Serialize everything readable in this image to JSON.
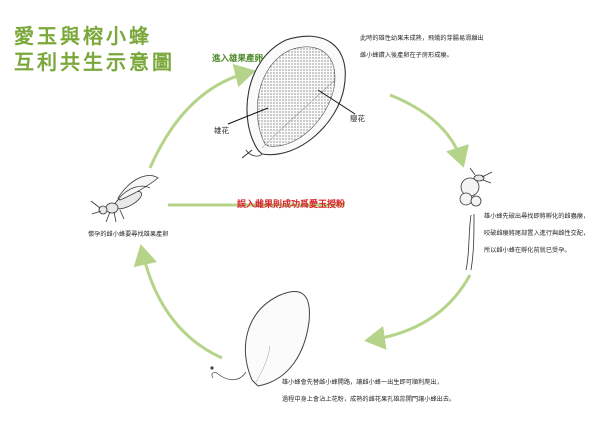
{
  "title": {
    "line1": "愛玉與榕小蜂",
    "line2": "互利共生示意圖"
  },
  "stages": {
    "enter_fruit": "進入雄果產卵",
    "top_right_note": [
      "此時的雄性幼果未成熟，飛蛾的芽腸易滑離出",
      "雌小蜂鑽入後產卵在子房形成癭。"
    ],
    "male_flower": "雄花",
    "gall_flower": "癭花",
    "right_note": [
      "雄小蜂先破出尋找即將孵化的雌蟲癭，",
      "咬破雌癭將尾部置入進行與雌性交配，",
      "所以雌小蜂在孵化前就已受孕。"
    ],
    "bottom_note": [
      "雄小蜂會先替雌小蜂開路，讓雌小蜂一出生即可順利爬出，",
      "過程中身上會沾上花粉，成熟的雌花果孔雄蕊開門讓小蜂出去。"
    ],
    "left_note": "懷孕的雌小蜂要尋找雄果產卵",
    "center_message": "誤入雌果則成功爲愛玉授粉"
  },
  "colors": {
    "title": "#7aa83a",
    "arrow": "#b5d48a",
    "center_message": "#d8262c",
    "label_green": "#4d8a2a"
  }
}
